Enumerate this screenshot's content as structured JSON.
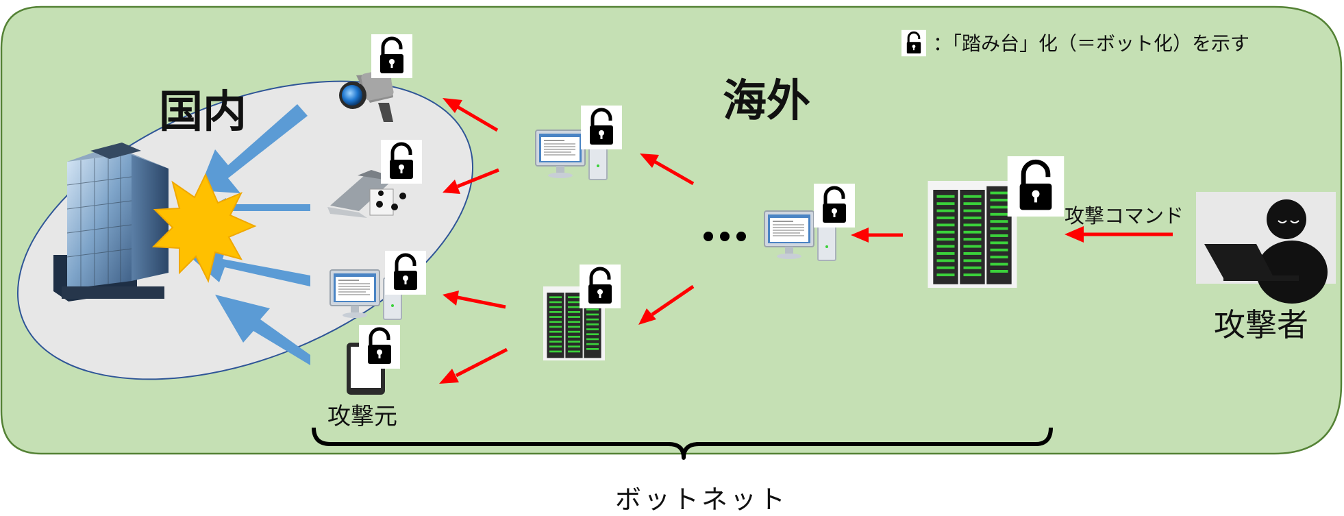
{
  "labels": {
    "domestic": "国内",
    "overseas": "海外",
    "legend_text": "：「踏み台」化（＝ボット化）を示す",
    "attack_source": "攻撃元",
    "attacker": "攻撃者",
    "attack_command": "攻撃コマンド",
    "botnet": "ボットネット"
  },
  "icons": {
    "unlocked": "unlocked-padlock-icon",
    "building": "office-building-icon",
    "impact": "explosion-icon",
    "camera": "security-camera-icon",
    "laptop": "infected-laptop-icon",
    "pc": "desktop-pc-icon",
    "tablet": "tablet-icon",
    "server": "server-rack-icon",
    "attacker": "hacker-at-laptop-icon"
  },
  "colors": {
    "background_panel": "#c5e0b4",
    "panel_border": "#548235",
    "domestic_ellipse": "#e7e7e7",
    "ellipse_border": "#2f5597",
    "attack_arrow": "#5b9bd5",
    "command_arrow": "#ff0000",
    "explosion": "#ffc000"
  }
}
